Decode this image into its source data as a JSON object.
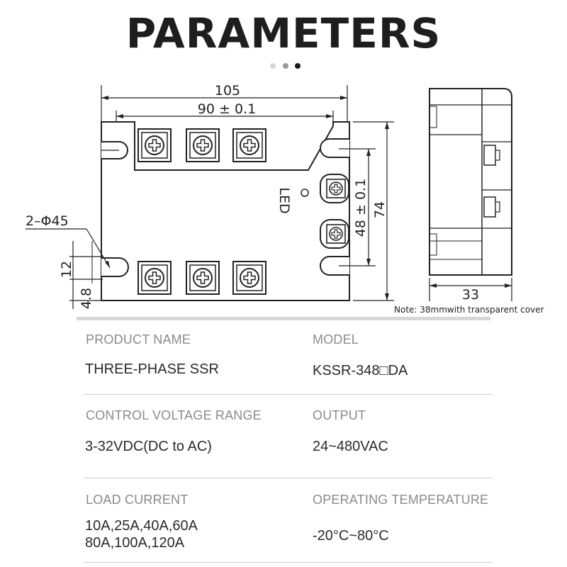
{
  "header": {
    "title": "PARAMETERS",
    "page_indicator": {
      "count": 3,
      "active": 3
    }
  },
  "drawing": {
    "dim_width_total": "105",
    "dim_hole_spacing": "90 ± 0.1",
    "dim_hole_label": "2–Φ45",
    "dim_12": "12",
    "dim_48": "4.8",
    "dim_vertical_spacing": "48 ± 0.1",
    "dim_height_total": "74",
    "led_label": "LED",
    "dim_depth": "33",
    "note": "Note: 38mmwith transparent cover"
  },
  "specs": [
    {
      "label": "PRODUCT NAME",
      "value": "THREE-PHASE SSR"
    },
    {
      "label": "MODEL",
      "value": "KSSR-348□DA"
    },
    {
      "label": "CONTROL VOLTAGE RANGE",
      "value": "3-32VDC(DC to AC)"
    },
    {
      "label": "OUTPUT",
      "value": "24~480VAC"
    },
    {
      "label": "LOAD CURRENT",
      "value": "10A,25A,40A,60A\n80A,100A,120A"
    },
    {
      "label": "OPERATING TEMPERATURE",
      "value": "-20°C~80°C"
    }
  ]
}
